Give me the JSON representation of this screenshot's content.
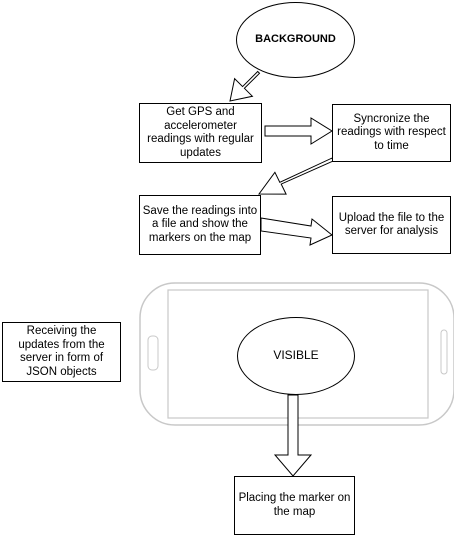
{
  "nodes": {
    "background": "BACKGROUND",
    "get_readings": "Get GPS and accelerometer readings with regular updates",
    "synchronize": "Syncronize the readings with respect to time",
    "save_readings": "Save the readings into a file and show the markers on the map",
    "upload_file": "Upload the file to the server for analysis",
    "receiving_updates": "Receiving the updates from the server in form of JSON objects",
    "visible": "VISIBLE",
    "placing_marker": "Placing the marker on the map"
  },
  "phone_icon": "smartphone-outline-icon",
  "colors": {
    "stroke": "#000000",
    "phone_outline": "#c8c8c8",
    "fill": "#ffffff"
  }
}
